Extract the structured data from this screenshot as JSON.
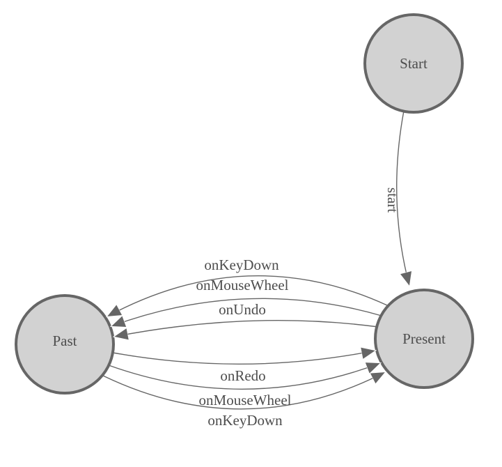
{
  "diagram": {
    "type": "state-machine",
    "colors": {
      "background": "#ffffff",
      "node_fill": "#d2d2d2",
      "node_stroke": "#666666",
      "edge_stroke": "#666666",
      "arrow_fill": "#666666",
      "label_text": "#4d4d4d"
    },
    "nodes": [
      {
        "id": "start",
        "label": "Start"
      },
      {
        "id": "present",
        "label": "Present"
      },
      {
        "id": "past",
        "label": "Past"
      }
    ],
    "edges": [
      {
        "id": "start-to-present",
        "from": "Start",
        "to": "Present",
        "label": "start"
      },
      {
        "id": "present-to-past-onkeydown",
        "from": "Present",
        "to": "Past",
        "label": "onKeyDown"
      },
      {
        "id": "present-to-past-onmousewheel",
        "from": "Present",
        "to": "Past",
        "label": "onMouseWheel"
      },
      {
        "id": "present-to-past-onundo",
        "from": "Present",
        "to": "Past",
        "label": "onUndo"
      },
      {
        "id": "past-to-present-onredo",
        "from": "Past",
        "to": "Present",
        "label": "onRedo"
      },
      {
        "id": "past-to-present-onmousewheel",
        "from": "Past",
        "to": "Present",
        "label": "onMouseWheel"
      },
      {
        "id": "past-to-present-onkeydown",
        "from": "Past",
        "to": "Present",
        "label": "onKeyDown"
      }
    ]
  }
}
